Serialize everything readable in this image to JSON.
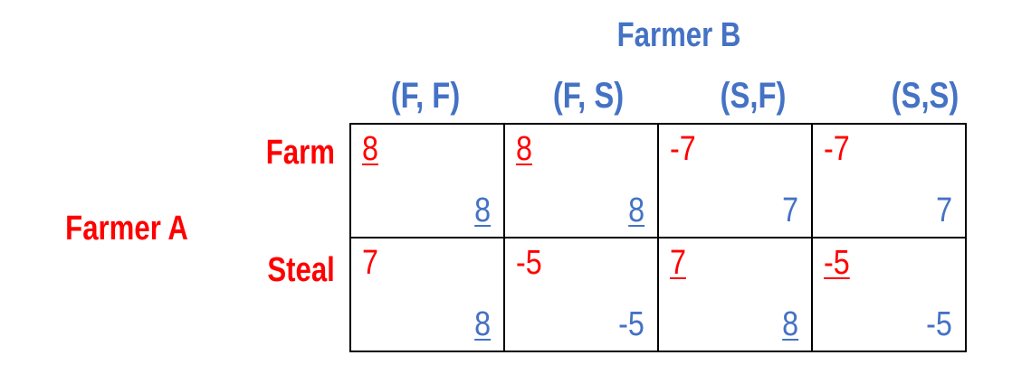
{
  "player_b": {
    "label": "Farmer B"
  },
  "player_a": {
    "label": "Farmer A"
  },
  "columns": [
    "(F, F)",
    "(F, S)",
    "(S,F)",
    "(S,S)"
  ],
  "rows": [
    "Farm",
    "Steal"
  ],
  "cells": [
    [
      {
        "a": "8",
        "a_best": true,
        "b": "8",
        "b_best": true
      },
      {
        "a": "8",
        "a_best": true,
        "b": "8",
        "b_best": true
      },
      {
        "a": "-7",
        "a_best": false,
        "b": "7",
        "b_best": false
      },
      {
        "a": "-7",
        "a_best": false,
        "b": "7",
        "b_best": false
      }
    ],
    [
      {
        "a": "7",
        "a_best": false,
        "b": "8",
        "b_best": true
      },
      {
        "a": "-5",
        "a_best": false,
        "b": "-5",
        "b_best": false
      },
      {
        "a": "7",
        "a_best": true,
        "b": "8",
        "b_best": true
      },
      {
        "a": "-5",
        "a_best": true,
        "b": "-5",
        "b_best": false
      }
    ]
  ],
  "colors": {
    "player_a": "#ff0000",
    "player_b": "#4472c4",
    "grid": "#000000"
  }
}
